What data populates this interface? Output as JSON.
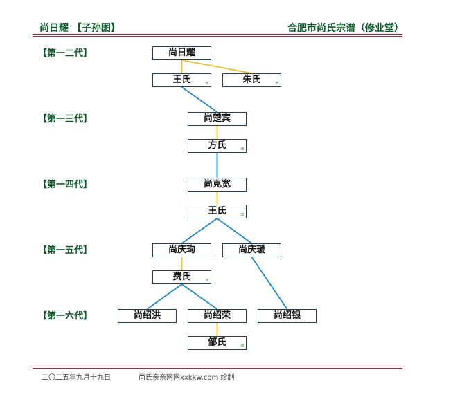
{
  "header": {
    "left_title": "尚日耀 【子孙图】",
    "right_title": "合肥市尚氏宗谱（修业堂）"
  },
  "generations": [
    {
      "label": "【第一二代】"
    },
    {
      "label": "【第一三代】"
    },
    {
      "label": "【第一四代】"
    },
    {
      "label": "【第一五代】"
    },
    {
      "label": "【第一六代】"
    }
  ],
  "nodes": [
    {
      "id": "n1",
      "name": "尚日耀",
      "mark": ""
    },
    {
      "id": "n2",
      "name": "王氏",
      "mark": "≡"
    },
    {
      "id": "n3",
      "name": "朱氏",
      "mark": "≡"
    },
    {
      "id": "n4",
      "name": "尚楚宾",
      "mark": ""
    },
    {
      "id": "n5",
      "name": "方氏",
      "mark": "≡"
    },
    {
      "id": "n6",
      "name": "尚克宽",
      "mark": ""
    },
    {
      "id": "n7",
      "name": "王氏",
      "mark": "≡"
    },
    {
      "id": "n8",
      "name": "尚庆珣",
      "mark": ""
    },
    {
      "id": "n9",
      "name": "尚庆瑗",
      "mark": ""
    },
    {
      "id": "n10",
      "name": "费氏",
      "mark": "≡"
    },
    {
      "id": "n11",
      "name": "尚绍洪",
      "mark": ""
    },
    {
      "id": "n12",
      "name": "尚绍荣",
      "mark": ""
    },
    {
      "id": "n13",
      "name": "尚绍银",
      "mark": ""
    },
    {
      "id": "n14",
      "name": "邹氏",
      "mark": "≡"
    }
  ],
  "links": [
    {
      "from": "n1",
      "to": "n2",
      "kind": "spouse"
    },
    {
      "from": "n1",
      "to": "n3",
      "kind": "spouse"
    },
    {
      "from": "n2",
      "to": "n4",
      "kind": "child"
    },
    {
      "from": "n4",
      "to": "n5",
      "kind": "spouse"
    },
    {
      "from": "n5",
      "to": "n6",
      "kind": "child"
    },
    {
      "from": "n6",
      "to": "n7",
      "kind": "spouse"
    },
    {
      "from": "n7",
      "to": "n8",
      "kind": "child"
    },
    {
      "from": "n7",
      "to": "n9",
      "kind": "child"
    },
    {
      "from": "n8",
      "to": "n10",
      "kind": "spouse"
    },
    {
      "from": "n10",
      "to": "n11",
      "kind": "child"
    },
    {
      "from": "n10",
      "to": "n12",
      "kind": "child"
    },
    {
      "from": "n9",
      "to": "n13",
      "kind": "child"
    },
    {
      "from": "n12",
      "to": "n14",
      "kind": "spouse"
    }
  ],
  "colors": {
    "spouse_line": "#f0c020",
    "child_line": "#1a8ad4",
    "header_text": "#0a5a2a",
    "rule": "#c8102e"
  },
  "footer": {
    "date": "二〇二五年九月十九日",
    "credit": "尚氏亲亲网网xxkkw.com 绘制"
  }
}
